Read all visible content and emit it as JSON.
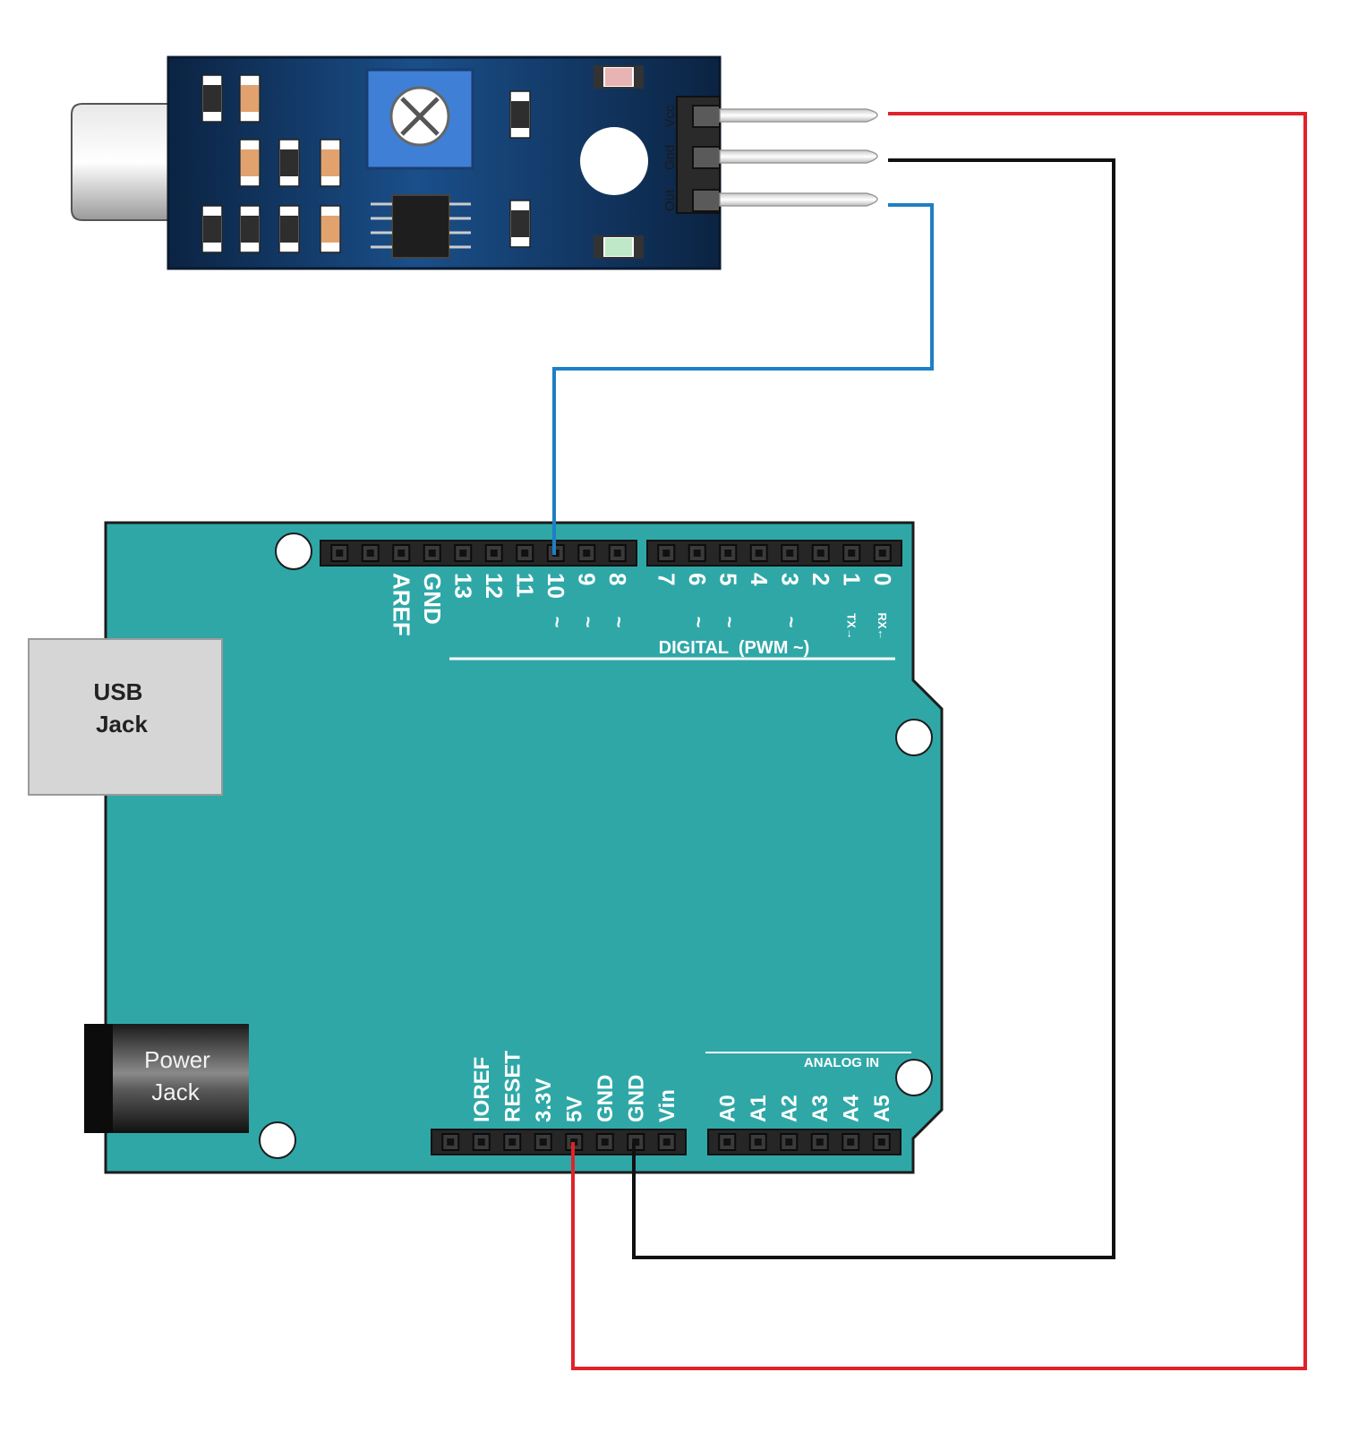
{
  "sensor": {
    "pin_labels": [
      "Vcc",
      "Gnd",
      "Out"
    ]
  },
  "board": {
    "usb_label": [
      "USB",
      "Jack"
    ],
    "power_label": [
      "Power",
      "Jack"
    ],
    "digital_header_left": [
      "AREF",
      "GND",
      "13",
      "12",
      "11",
      "10",
      "9",
      "8"
    ],
    "digital_header_right": [
      "7",
      "6",
      "5",
      "4",
      "3",
      "2",
      "1",
      "0"
    ],
    "pwm_mark": "~",
    "tx_label": "TX→",
    "rx_label": "RX←",
    "digital_caption": "DIGITAL  (PWM ~)",
    "power_header": [
      "IOREF",
      "RESET",
      "3.3V",
      "5V",
      "GND",
      "GND",
      "Vin"
    ],
    "analog_header": [
      "A0",
      "A1",
      "A2",
      "A3",
      "A4",
      "A5"
    ],
    "analog_caption": "ANALOG IN"
  },
  "wires": [
    {
      "from": "Vcc",
      "to": "5V",
      "color": "#e0222a"
    },
    {
      "from": "Gnd",
      "to": "GND",
      "color": "#111111"
    },
    {
      "from": "Out",
      "to": "10",
      "color": "#1f7fc4"
    }
  ],
  "colors": {
    "board": "#2fa7a7",
    "sensor_pcb": "#0d2a4d",
    "potentiometer": "#3f7fd6"
  }
}
